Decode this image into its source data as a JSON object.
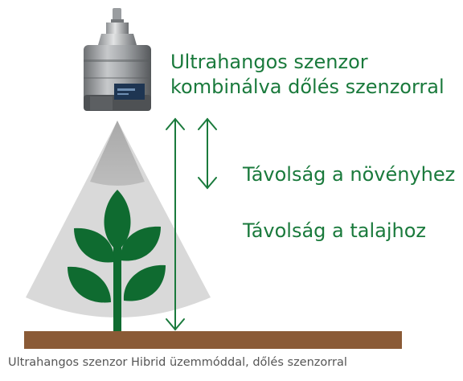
{
  "labels": {
    "sensor_line1": "Ultrahangos szenzor",
    "sensor_line2": "kombinálva dőlés szenzorral",
    "distance_to_plant": "Távolság a növényhez",
    "distance_to_ground": "Távolság a talajhoz"
  },
  "caption": "Ultrahangos szenzor Hibrid üzemmóddal, dőlés szenzorral",
  "colors": {
    "text_green": "#1a7a3c",
    "plant_green": "#0f6b30",
    "beam_light": "#d9d9d9",
    "beam_dark": "#a9a9a9",
    "ground": "#8a5a36",
    "caption_text": "#555555"
  }
}
